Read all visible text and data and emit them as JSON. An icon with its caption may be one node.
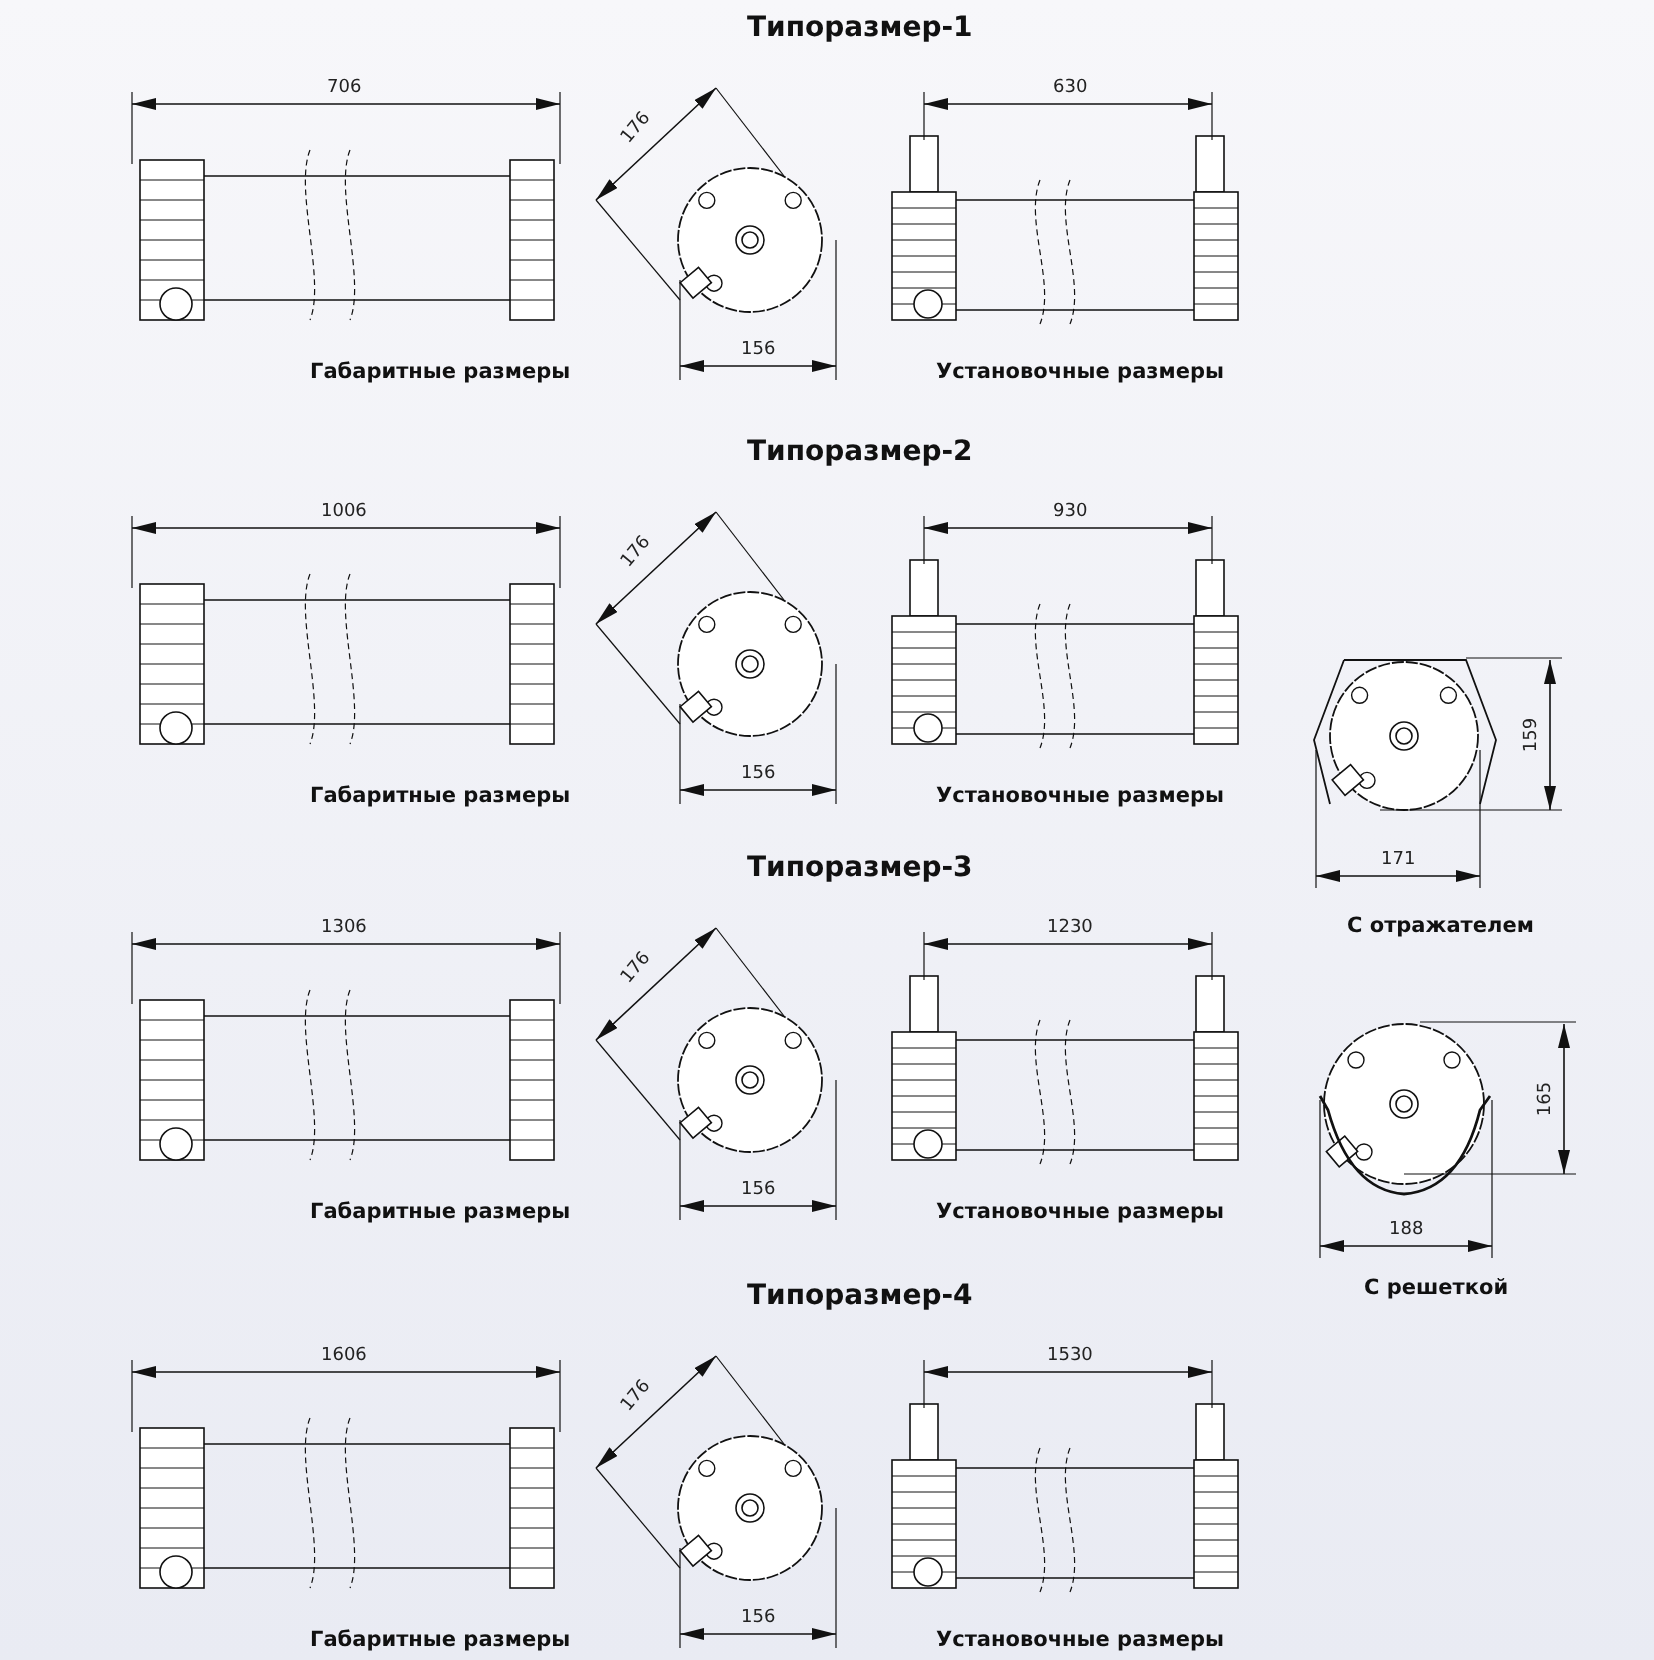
{
  "diagram": {
    "labels": [
      "Типоразмер-1",
      "706",
      "630",
      "176",
      "156",
      "Габаритные размеры",
      "Установочные размеры",
      "Типоразмер-2",
      "1006",
      "930",
      "176",
      "156",
      "Габаритные размеры",
      "Установочные размеры",
      "159",
      "171",
      "С отражателем",
      "Типоразмер-3",
      "1306",
      "1230",
      "176",
      "156",
      "Габаритные размеры",
      "Установочные размеры",
      "165",
      "188",
      "Типоразмер-4",
      "С решеткой",
      "1606",
      "1530",
      "176",
      "156",
      "Габаритные размеры",
      "Установочные размеры"
    ]
  }
}
